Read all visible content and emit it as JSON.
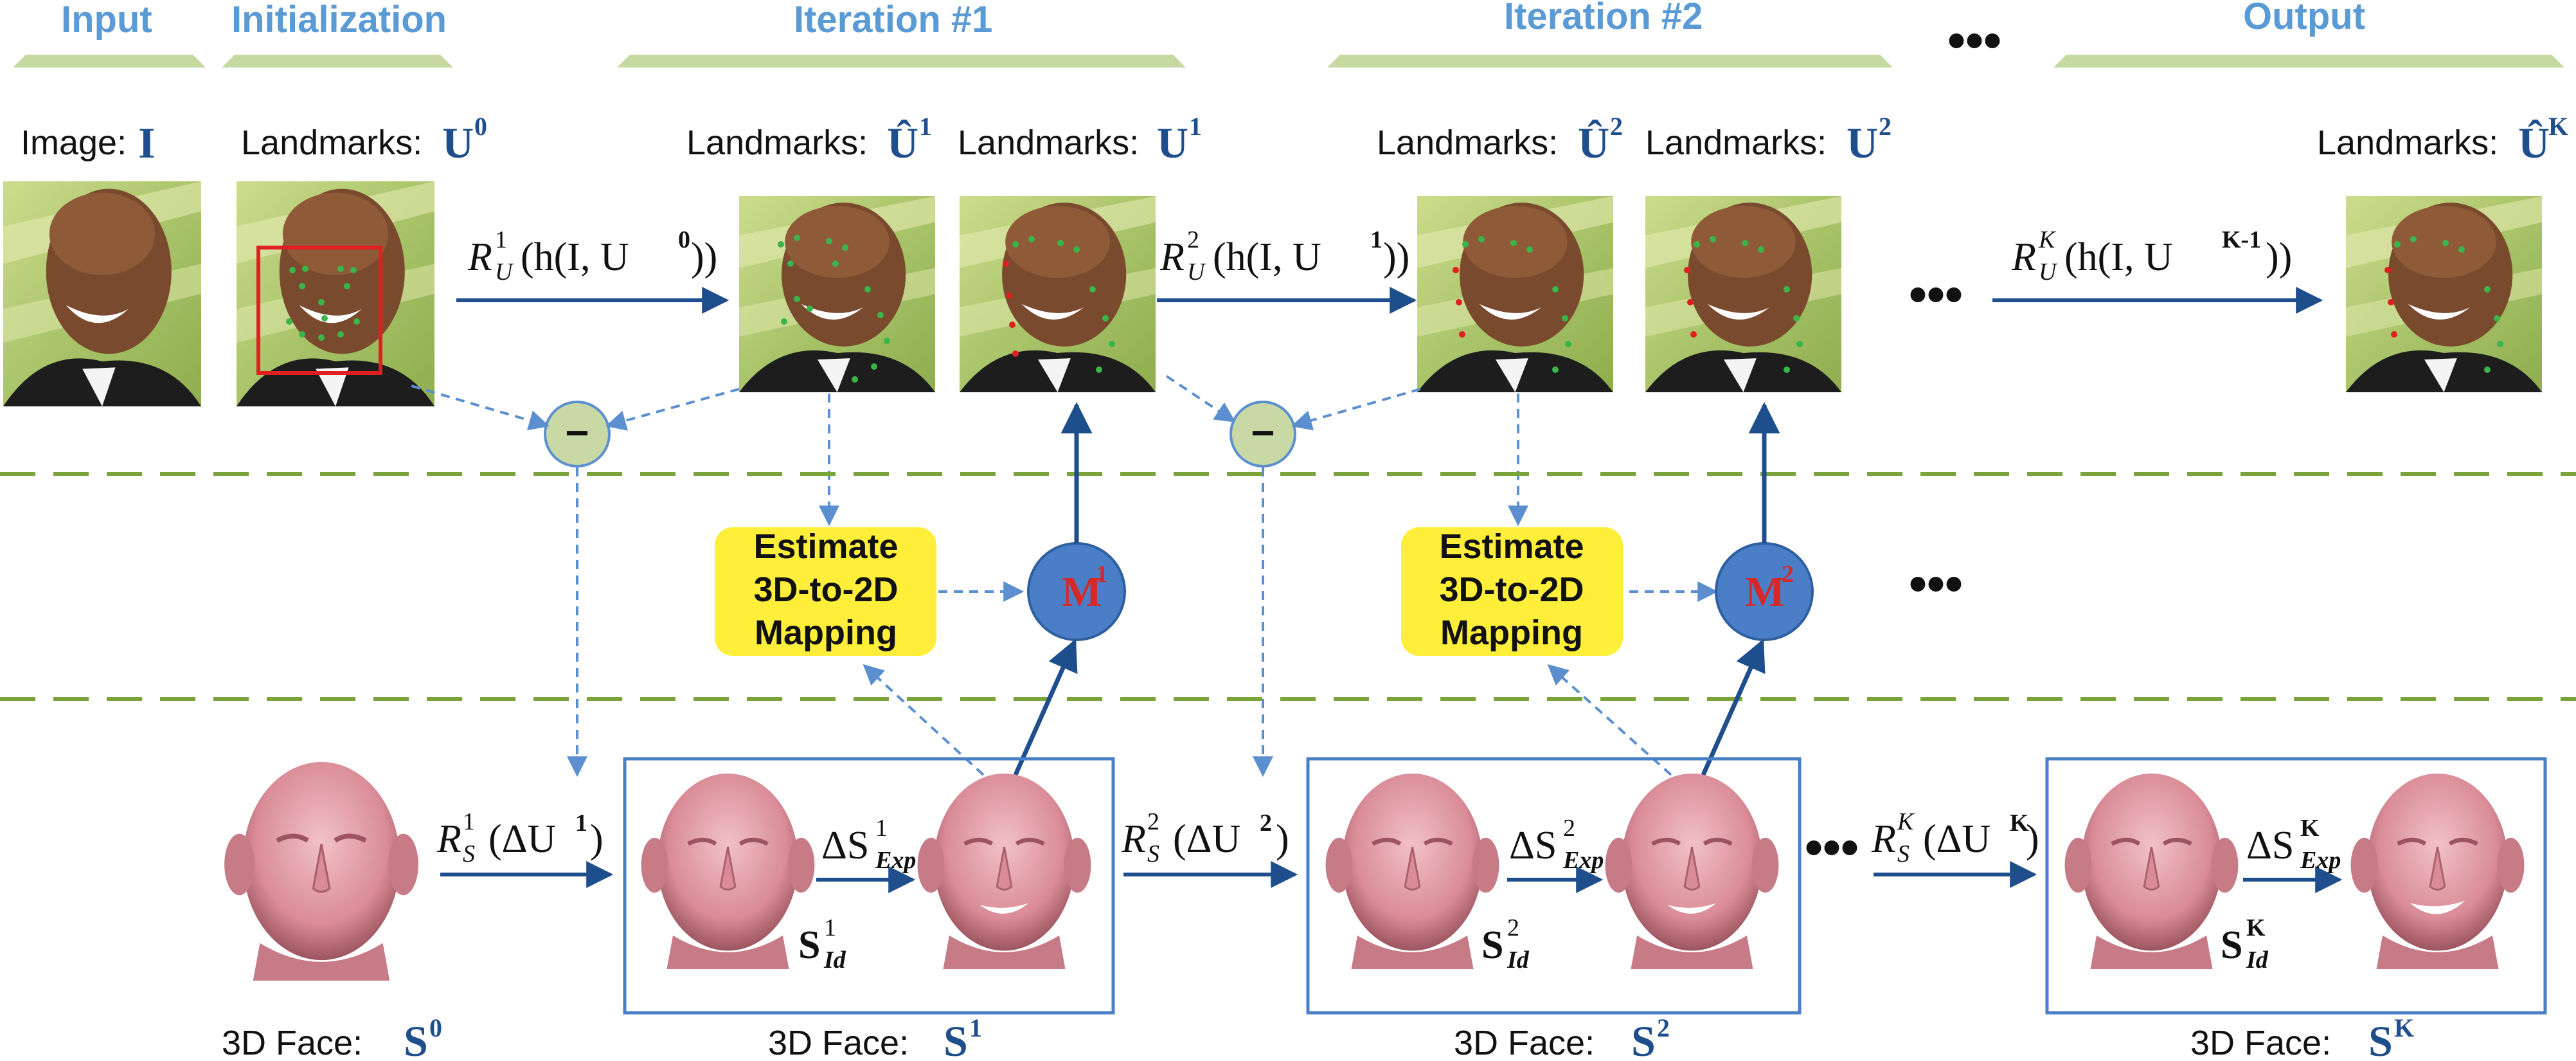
{
  "stages": {
    "input": "Input",
    "initialization": "Initialization",
    "iteration1": "Iteration #1",
    "iteration2": "Iteration #2",
    "ellipsis": "•••",
    "output": "Output"
  },
  "top_labels": {
    "image_prefix": "Image:",
    "image_symbol": "I",
    "landmarks_prefix": "Landmarks:",
    "u0": "U",
    "u0_sup": "0",
    "uhat1": "Û",
    "uhat1_sup": "1",
    "u1": "U",
    "u1_sup": "1",
    "uhat2": "Û",
    "uhat2_sup": "2",
    "u2": "U",
    "u2_sup": "2",
    "uhatK": "Û",
    "uhatK_sup": "K"
  },
  "formulas": {
    "ru1": "R",
    "ru1_sup": "1",
    "ru1_sub": "U",
    "ru1_arg": "(h(I, U",
    "ru1_arg_sup": "0",
    "ru1_close": "))",
    "ru2": "R",
    "ru2_sup": "2",
    "ru2_sub": "U",
    "ru2_arg": "(h(I, U",
    "ru2_arg_sup": "1",
    "ru2_close": "))",
    "ruK": "R",
    "ruK_sup": "K",
    "ruK_sub": "U",
    "ruK_arg": "(h(I, U",
    "ruK_arg_sup": "K-1",
    "ruK_close": "))",
    "rs1": "R",
    "rs1_sup": "1",
    "rs1_sub": "S",
    "rs1_arg": "(ΔU",
    "rs1_arg_sup": "1",
    "rs1_close": ")",
    "rs2": "R",
    "rs2_sup": "2",
    "rs2_sub": "S",
    "rs2_arg": "(ΔU",
    "rs2_arg_sup": "2",
    "rs2_close": ")",
    "rsK": "R",
    "rsK_sup": "K",
    "rsK_sub": "S",
    "rsK_arg": "(ΔU",
    "rsK_arg_sup": "K",
    "rsK_close": ")",
    "dsexp1": "ΔS",
    "dsexp1_sup": "1",
    "dsexp1_sub": "Exp",
    "dsexp2": "ΔS",
    "dsexp2_sup": "2",
    "dsexp2_sub": "Exp",
    "dsexpK": "ΔS",
    "dsexpK_sup": "K",
    "dsexpK_sub": "Exp",
    "sid1": "S",
    "sid1_sup": "1",
    "sid1_sub": "Id",
    "sid2": "S",
    "sid2_sup": "2",
    "sid2_sub": "Id",
    "sidK": "S",
    "sidK_sup": "K",
    "sidK_sub": "Id"
  },
  "estimate_box": {
    "line1": "Estimate",
    "line2": "3D-to-2D",
    "line3": "Mapping"
  },
  "mapping_nodes": {
    "m": "M",
    "m1_sup": "1",
    "m2_sup": "2"
  },
  "minus_symbol": "−",
  "bottom_labels": {
    "prefix": "3D Face:",
    "s": "S",
    "s0_sup": "0",
    "s1_sup": "1",
    "s2_sup": "2",
    "sK_sup": "K"
  },
  "colors": {
    "stage_text": "#5b9bd5",
    "stage_bar": "#c5d9a0",
    "arrow": "#1f4e8c",
    "dashed_arrow": "#5b8fd0",
    "divider": "#7aa33a",
    "estimate_box": "#ffef3a",
    "mapping_node": "#4a7fc8",
    "minus_node": "#c8d9a5",
    "skin": "#e6a3ab",
    "landmark_green": "#39b54a",
    "landmark_red": "#e02020"
  }
}
